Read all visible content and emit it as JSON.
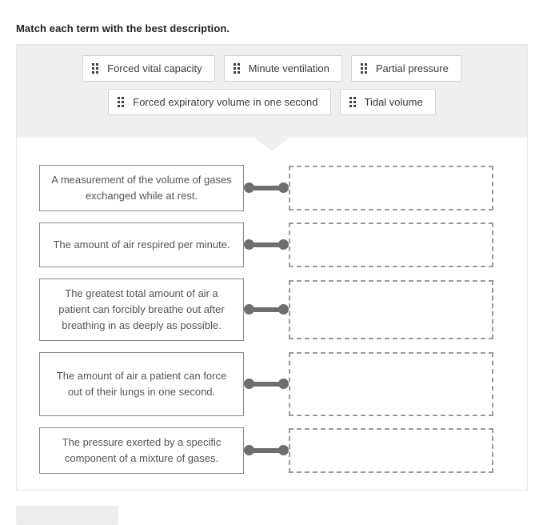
{
  "page": {
    "prompt": "Match each term with the best description."
  },
  "tile_bank": {
    "handle_icon": "drag-handle-dots-icon",
    "rows": [
      [
        {
          "label": "Forced vital capacity"
        },
        {
          "label": "Minute ventilation"
        },
        {
          "label": "Partial pressure"
        }
      ],
      [
        {
          "label": "Forced expiratory volume in one second"
        },
        {
          "label": "Tidal volume"
        }
      ]
    ]
  },
  "matching": {
    "rows": [
      {
        "description": "A measurement of the volume of gases exchanged while at rest.",
        "drop_value": "",
        "size": "h2"
      },
      {
        "description": "The amount of air respired per minute.",
        "drop_value": "",
        "size": "h2"
      },
      {
        "description": "The greatest total amount of air a patient can forcibly breathe out after breathing in as deeply as possible.",
        "drop_value": "",
        "size": "h3"
      },
      {
        "description": "The amount of air a patient can force out of their lungs in one second.",
        "drop_value": "",
        "size": "h4"
      },
      {
        "description": "The pressure exerted by a specific component of a mixture of gases.",
        "drop_value": "",
        "size": "h2"
      }
    ]
  },
  "footer": {
    "button_label": ""
  },
  "colors": {
    "bank_background": "#efefef",
    "tile_background": "#ffffff",
    "tile_border": "#d2d2d2",
    "description_border": "#888888",
    "connector": "#6e6e6e",
    "dropzone_border": "#9a9a9a",
    "text": "#555555",
    "prompt_text": "#222222"
  }
}
